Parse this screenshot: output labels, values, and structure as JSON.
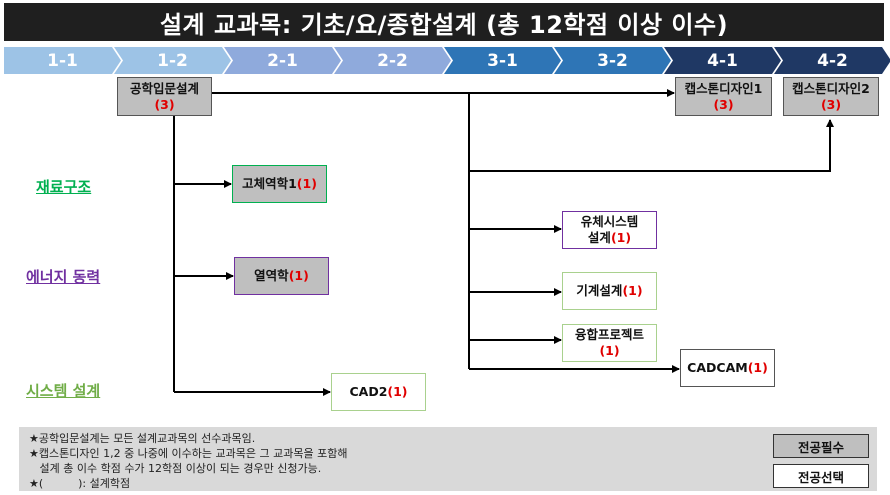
{
  "title": "설계 교과목: 기초/요/종합설계 (총 12학점 이상 이수)",
  "semesters": [
    "1-1",
    "1-2",
    "2-1",
    "2-2",
    "3-1",
    "3-2",
    "4-1",
    "4-2"
  ],
  "semester_colors": [
    "#9dc3e6",
    "#9dc3e6",
    "#8faadc",
    "#8faadc",
    "#2e75b6",
    "#2e75b6",
    "#1f3864",
    "#1f3864"
  ],
  "categories": {
    "materials": {
      "label": "재료구조",
      "color": "#00b050"
    },
    "energy": {
      "label": "에너지 동력",
      "color": "#7030a0"
    },
    "system": {
      "label": "시스템 설계",
      "color": "#70ad47"
    }
  },
  "courses": {
    "intro": {
      "name": "공학입문설계",
      "credit": "(3)"
    },
    "capstone1": {
      "name": "캡스톤디자인1",
      "credit": "(3)"
    },
    "capstone2": {
      "name": "캡스톤디자인2",
      "credit": "(3)"
    },
    "solid": {
      "name": "고체역학1",
      "credit": "(1)"
    },
    "thermo": {
      "name": "열역학",
      "credit": "(1)"
    },
    "cad2": {
      "name": "CAD2",
      "credit": "(1)"
    },
    "fluid": {
      "name_line1": "유체시스템",
      "name_line2": "설계",
      "credit": "(1)"
    },
    "machine": {
      "name": "기계설계",
      "credit": "(1)"
    },
    "fusion": {
      "name": "융합프로젝트",
      "credit": "(1)"
    },
    "cadcam": {
      "name": "CADCAM",
      "credit": "(1)"
    }
  },
  "notes": [
    "★공학입문설계는 모든 설계교과목의 선수과목임.",
    "★캡스톤디자인 1,2 중 나중에 이수하는 교과목은 그 교과목을 포함해",
    "   설계 총 이수 학점 수가 12학점 이상이 되는 경우만 신청가능.",
    "★(          ): 설계학점"
  ],
  "legend": {
    "required": "전공필수",
    "elective": "전공선택"
  },
  "colors": {
    "line": "#000000",
    "credit": "#e00000",
    "required_fill": "#bfbfbf"
  }
}
